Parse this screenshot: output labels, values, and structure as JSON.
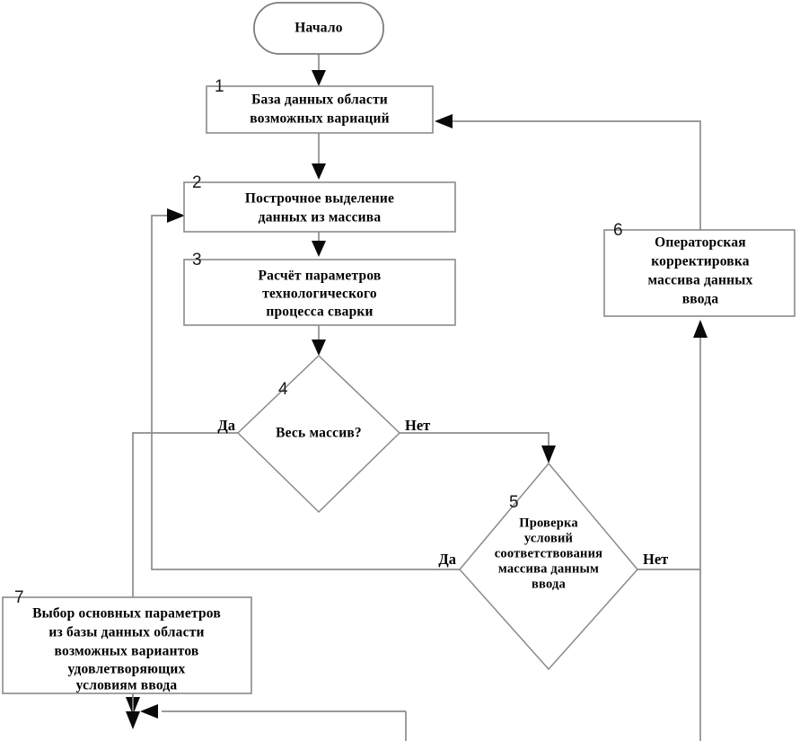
{
  "diagram": {
    "title": "Начало",
    "language": "ru",
    "line_color": "#8d8d8d",
    "arrow_color": "#0a0a0a",
    "text_color": "#000000",
    "background": "#ffffff"
  },
  "nodes": {
    "start": {
      "number": "",
      "shape": "terminator",
      "lines": [
        "Начало"
      ]
    },
    "n1": {
      "number": "1",
      "shape": "process",
      "lines": [
        "База данных области",
        "возможных  вариаций"
      ]
    },
    "n2": {
      "number": "2",
      "shape": "process",
      "lines": [
        "Построчное выделение",
        "данных из массива"
      ]
    },
    "n3": {
      "number": "3",
      "shape": "process",
      "lines": [
        "Расчёт параметров",
        "технологического",
        "процесса  сварки"
      ]
    },
    "n4": {
      "number": "4",
      "shape": "decision",
      "lines": [
        "Весь массив?"
      ]
    },
    "n5": {
      "number": "5",
      "shape": "decision",
      "lines": [
        "Проверка",
        "условий",
        "соответствования",
        "массива данным",
        "ввода"
      ]
    },
    "n6": {
      "number": "6",
      "shape": "process",
      "lines": [
        "Операторская",
        "корректировка",
        "массива данных",
        "ввода"
      ]
    },
    "n7": {
      "number": "7",
      "shape": "process",
      "lines": [
        "Выбор основных параметров",
        "из базы данных области",
        "возможных вариантов",
        "удовлетворяющих",
        "условиям ввода"
      ]
    }
  },
  "branch_labels": {
    "n4_yes": "Да",
    "n4_no": "Нет",
    "n5_yes": "Да",
    "n5_no": "Нет"
  }
}
